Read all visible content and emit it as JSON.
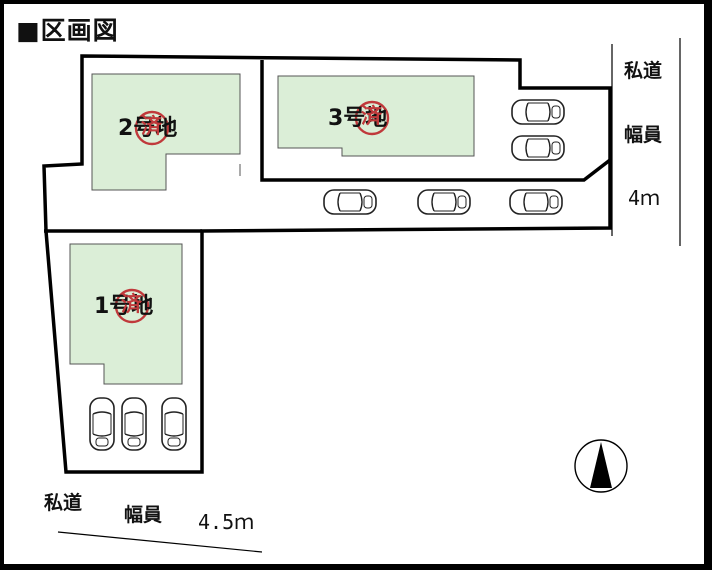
{
  "title": "■区画図",
  "lots": [
    {
      "id": "lot-1",
      "label": "1号地",
      "stamp": "済"
    },
    {
      "id": "lot-2",
      "label": "2号地",
      "stamp": "済"
    },
    {
      "id": "lot-3",
      "label": "3号地",
      "stamp": "済"
    }
  ],
  "roads": [
    {
      "id": "road-east",
      "name_line1": "私道",
      "name_line2": "幅員",
      "width": "4ｍ"
    },
    {
      "id": "road-south",
      "name_line1": "私道",
      "name_line2": "幅員",
      "width": "4.5ｍ"
    }
  ],
  "colors": {
    "building": "#dbeed7",
    "boundary": "#000000",
    "stamp": "#c0393b"
  },
  "icons": {
    "north": "north-arrow-icon",
    "car": "car-icon"
  }
}
